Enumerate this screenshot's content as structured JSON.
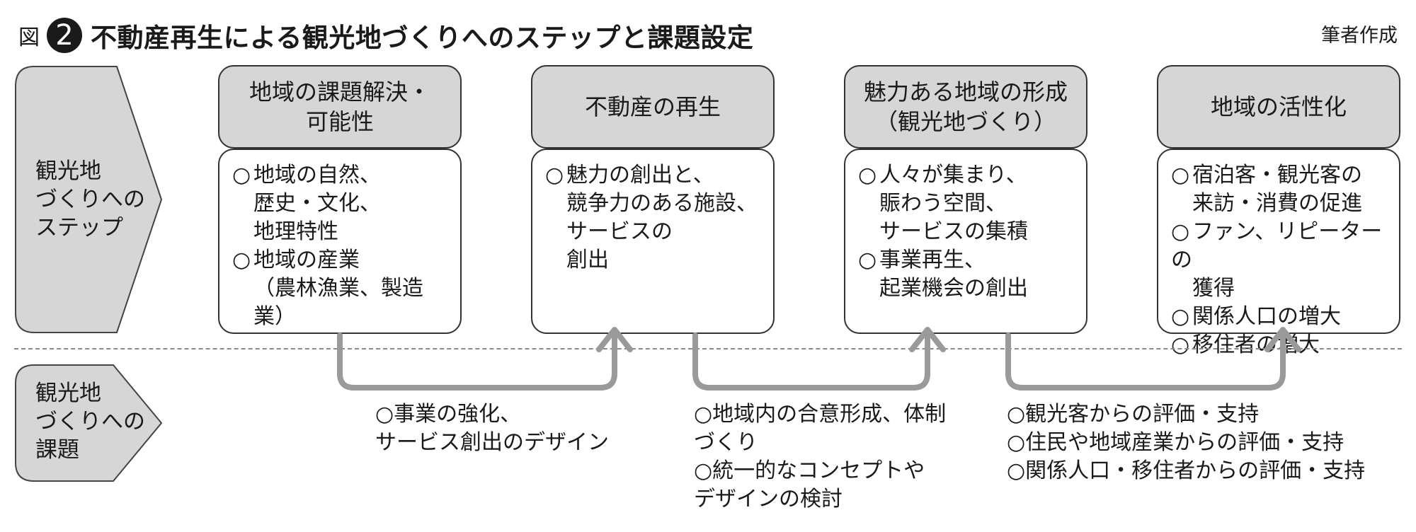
{
  "header": {
    "fig_label": "図",
    "fig_number": "2",
    "title": "不動産再生による観光地づくりへのステップと課題設定",
    "author": "筆者作成"
  },
  "lanes": {
    "steps_label": "観光地\nづくりへの\nステップ",
    "tasks_label": "観光地\nづくりへの\n課題"
  },
  "steps": [
    {
      "heading": "地域の課題解決・\n可能性",
      "items": [
        {
          "mark": "○",
          "lines": [
            "地域の自然、",
            "歴史・文化、",
            "地理特性"
          ]
        },
        {
          "mark": "○",
          "lines": [
            "地域の産業",
            "（農林漁業、製造業）"
          ]
        }
      ]
    },
    {
      "heading": "不動産の再生",
      "items": [
        {
          "mark": "○",
          "lines": [
            "魅力の創出と、",
            "競争力のある施設、",
            "サービスの",
            "創出"
          ]
        }
      ]
    },
    {
      "heading": "魅力ある地域の形成\n（観光地づくり）",
      "items": [
        {
          "mark": "○",
          "lines": [
            "人々が集まり、",
            "賑わう空間、",
            "サービスの集積"
          ]
        },
        {
          "mark": "○",
          "lines": [
            "事業再生、",
            "起業機会の創出"
          ]
        }
      ]
    },
    {
      "heading": "地域の活性化",
      "items": [
        {
          "mark": "○",
          "lines": [
            "宿泊客・観光客の",
            "来訪・消費の促進"
          ]
        },
        {
          "mark": "○",
          "lines": [
            "ファン、リピーターの",
            "獲得"
          ]
        },
        {
          "mark": "○",
          "lines": [
            "関係人口の増大"
          ]
        },
        {
          "mark": "○",
          "lines": [
            "移住者の増大"
          ]
        }
      ]
    }
  ],
  "tasks": [
    {
      "lines": [
        "○事業の強化、",
        "サービス創出のデザイン"
      ]
    },
    {
      "lines": [
        "○地域内の合意形成、体制",
        "づくり",
        "○統一的なコンセプトや",
        "デザインの検討"
      ]
    },
    {
      "lines": [
        "○観光客からの評価・支持",
        "○住民や地域産業からの評価・支持",
        "○関係人口・移住者からの評価・支持"
      ]
    }
  ],
  "colors": {
    "heading_fill": "#d6d6d6",
    "lane_fill": "#d6d6d6",
    "arrow": "#9a9a9a",
    "text": "#1a1a1a"
  }
}
